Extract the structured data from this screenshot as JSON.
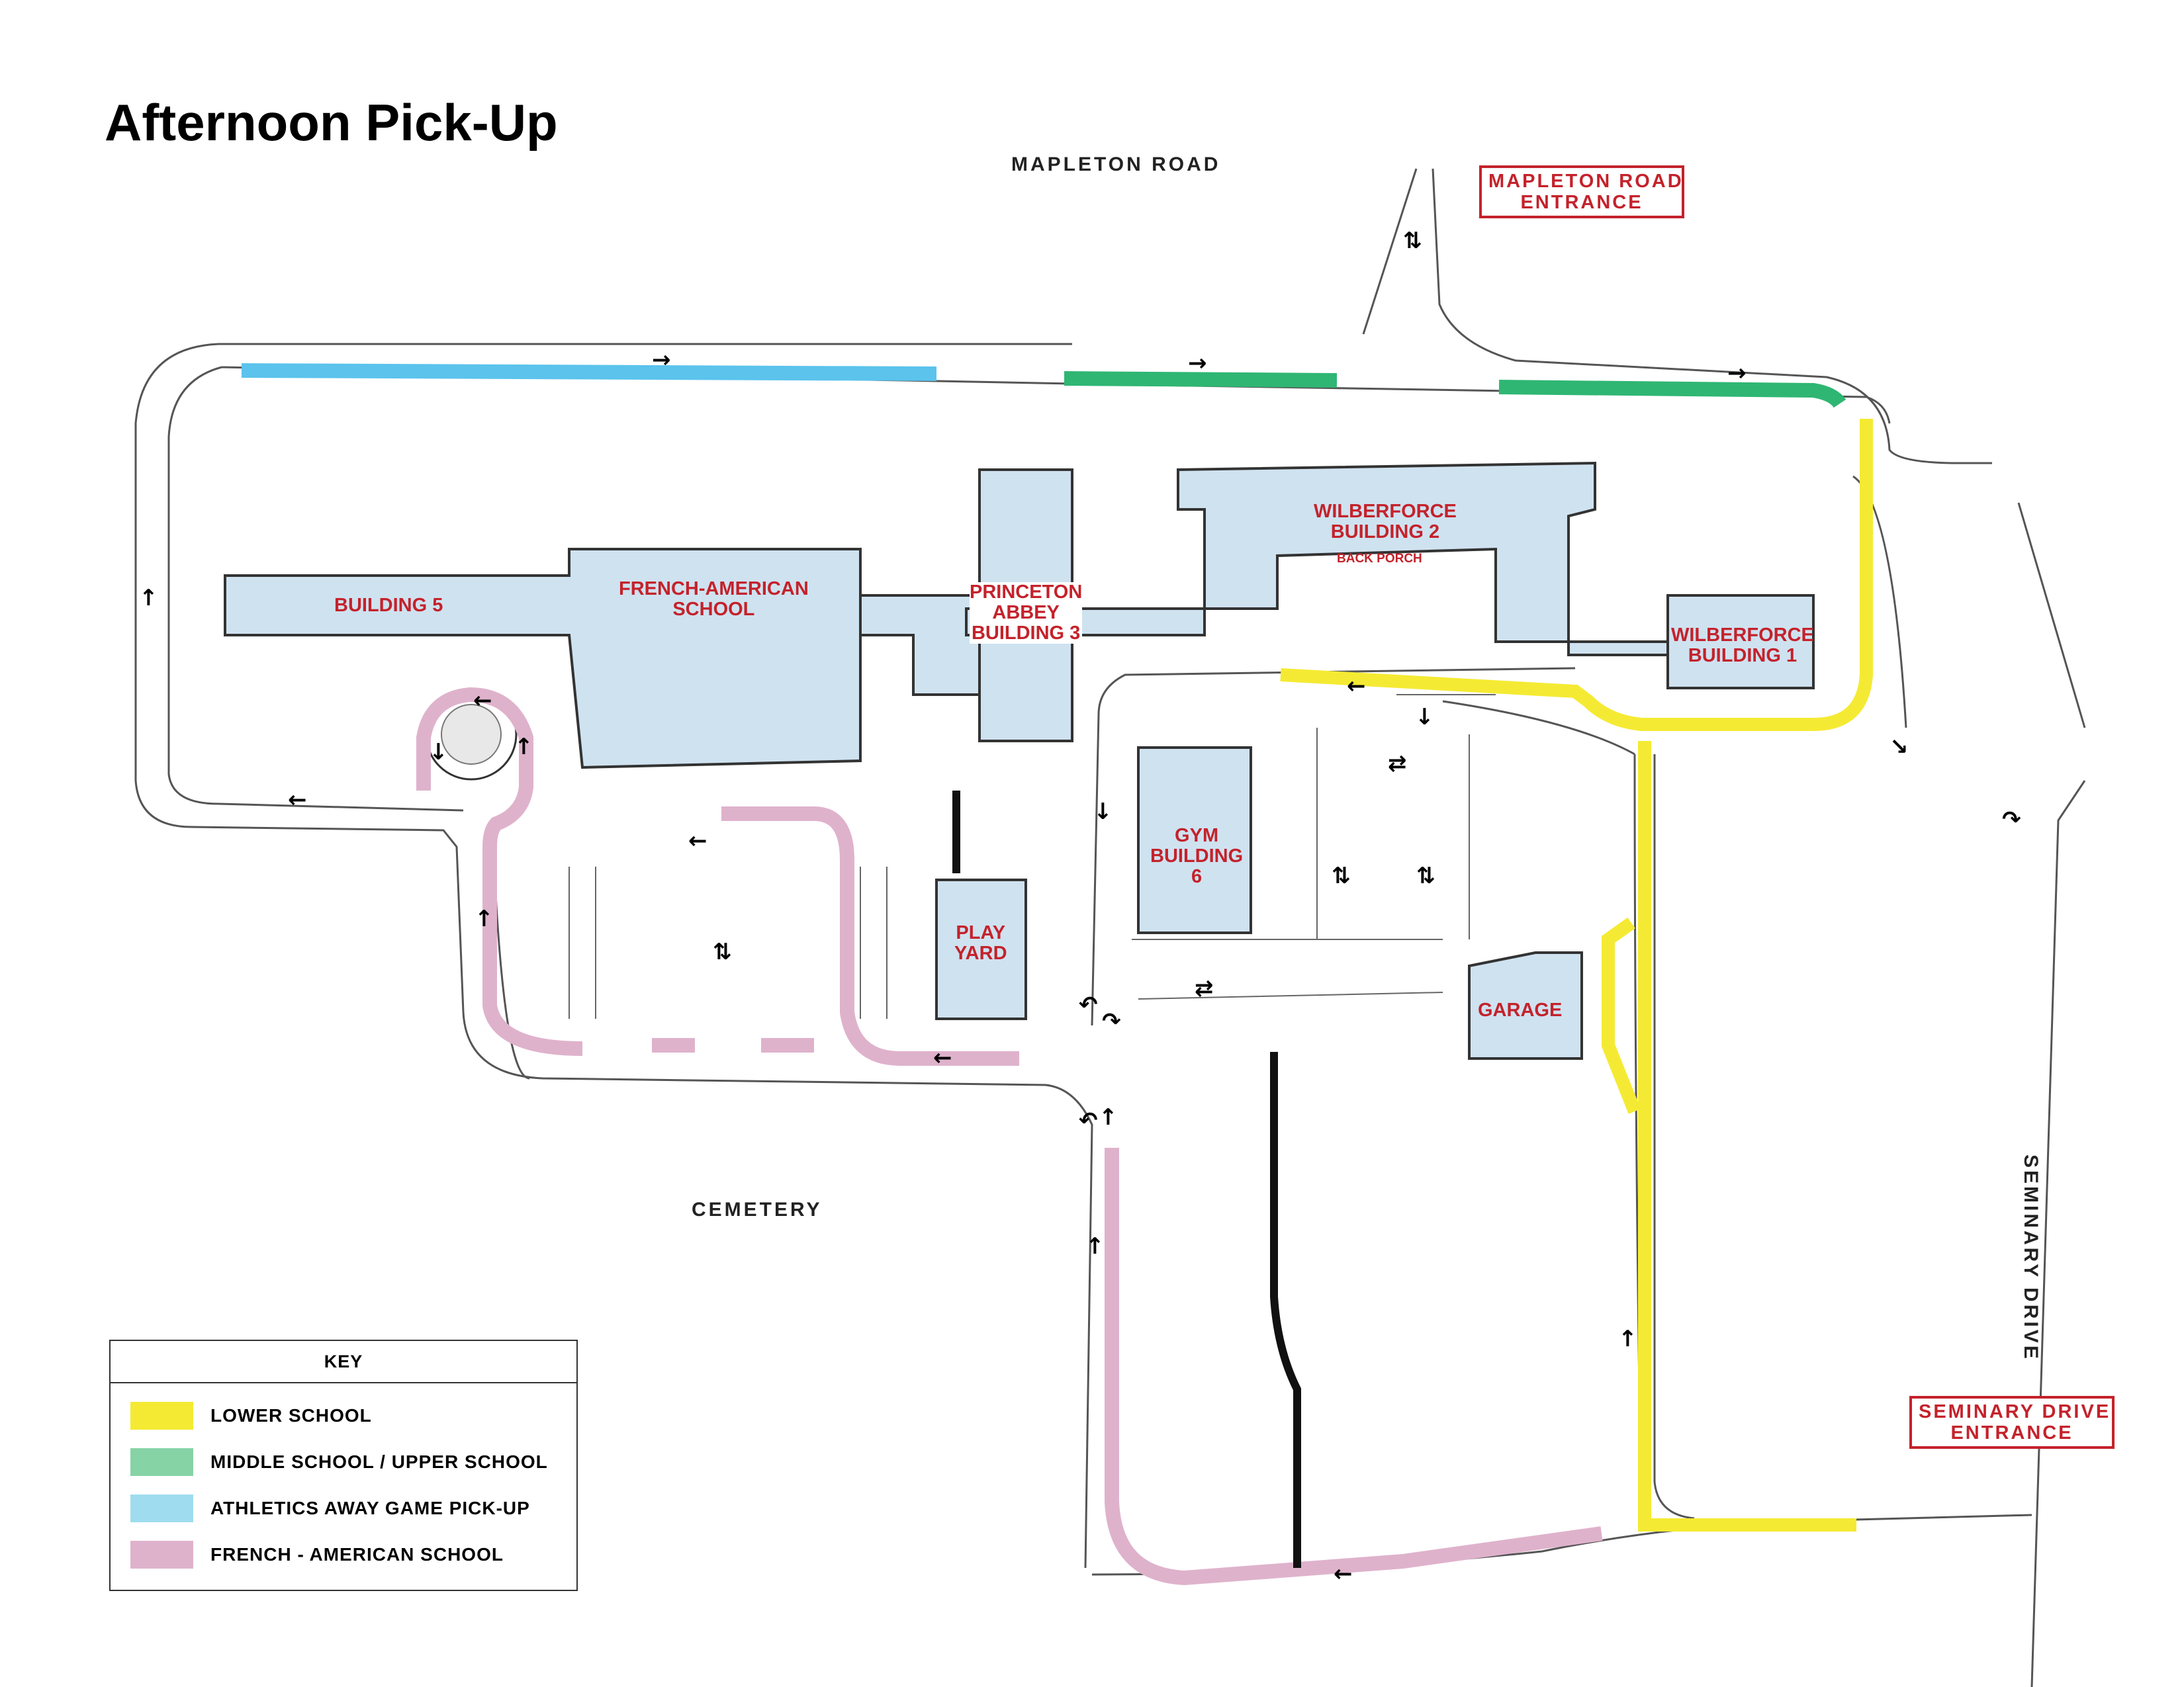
{
  "title": "Afternoon Pick-Up",
  "roads": {
    "mapleton": "MAPLETON ROAD",
    "seminary": "SEMINARY DRIVE",
    "cemetery": "CEMETERY"
  },
  "entrances": {
    "mapleton": [
      "MAPLETON ROAD",
      "ENTRANCE"
    ],
    "seminary": [
      "SEMINARY DRIVE",
      "ENTRANCE"
    ]
  },
  "buildings": {
    "building5": [
      "BUILDING 5"
    ],
    "french_american": [
      "FRENCH-AMERICAN",
      "SCHOOL"
    ],
    "princeton_abbey": [
      "PRINCETON",
      "ABBEY",
      "BUILDING 3"
    ],
    "wilberforce2": [
      "WILBERFORCE",
      "BUILDING 2"
    ],
    "back_porch": "BACK PORCH",
    "wilberforce1": [
      "WILBERFORCE",
      "BUILDING 1"
    ],
    "gym": [
      "GYM",
      "BUILDING",
      "6"
    ],
    "play_yard": [
      "PLAY",
      "YARD"
    ],
    "garage": [
      "GARAGE"
    ]
  },
  "key": {
    "title": "KEY",
    "items": [
      {
        "label": "LOWER SCHOOL",
        "color": "#f5ea33"
      },
      {
        "label": "MIDDLE SCHOOL /  UPPER SCHOOL",
        "color": "#86d3a6"
      },
      {
        "label": "ATHLETICS AWAY GAME PICK-UP",
        "color": "#9fdcef"
      },
      {
        "label": "FRENCH - AMERICAN SCHOOL",
        "color": "#dfb2cc"
      }
    ]
  },
  "colors": {
    "building_fill": "#cfe2f0",
    "label_red": "#c4222b",
    "lower_school": "#f5ea33",
    "middle_upper": "#2fb673",
    "athletics": "#5bc3ec",
    "french_american": "#dfb2cc"
  }
}
